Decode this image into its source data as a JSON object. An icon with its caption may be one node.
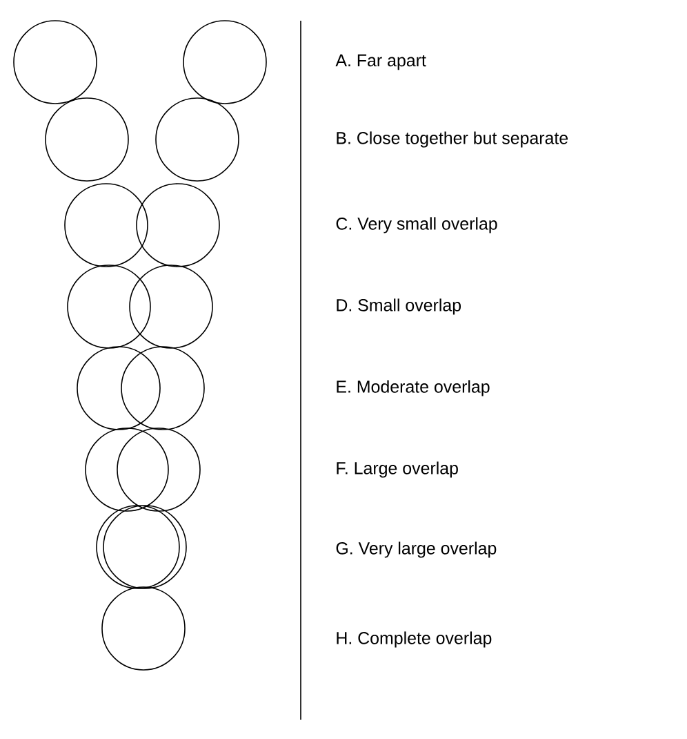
{
  "diagram": {
    "labels": [
      "A. Far apart",
      "B. Close together but separate",
      "C. Very small overlap",
      "D. Small overlap",
      "E. Moderate overlap",
      "F. Large overlap",
      "G. Very large overlap",
      "H. Complete overlap"
    ]
  }
}
